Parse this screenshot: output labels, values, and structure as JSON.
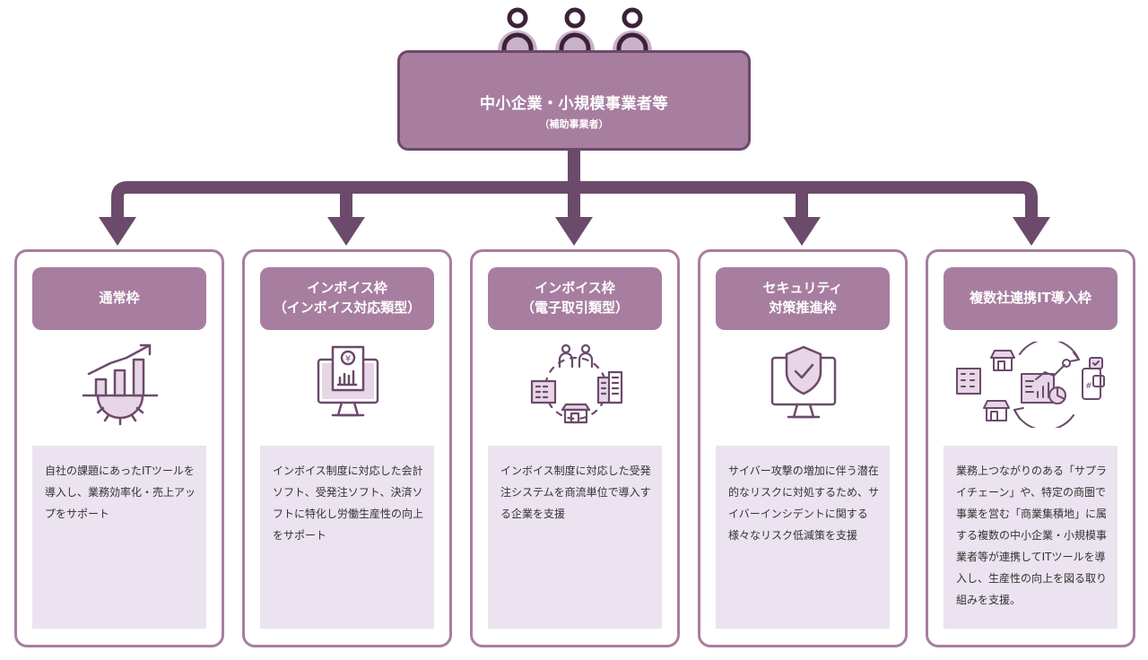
{
  "org": {
    "title": "中小企業・小規模事業者等",
    "subtitle": "（補助事業者）"
  },
  "categories": [
    {
      "title": "通常枠",
      "icon": "growth-chart-gear-icon",
      "description": "自社の課題にあったITツールを導入し、業務効率化・売上アップをサポート"
    },
    {
      "title": "インボイス枠\n（インボイス対応類型）",
      "icon": "invoice-monitor-icon",
      "description": "インボイス制度に対応した会計ソフト、受発注ソフト、決済ソフトに特化し労働生産性の向上をサポート"
    },
    {
      "title": "インボイス枠\n（電子取引類型）",
      "icon": "business-network-icon",
      "description": "インボイス制度に対応した受発注システムを商流単位で導入する企業を支援"
    },
    {
      "title": "セキュリティ\n対策推進枠",
      "icon": "security-shield-monitor-icon",
      "description": "サイバー攻撃の増加に伴う潜在的なリスクに対処するため、サイバーインシデントに関する様々なリスク低減策を支援"
    },
    {
      "title": "複数社連携IT導入枠",
      "icon": "multi-company-collaboration-icon",
      "description": "業務上つながりのある「サプライチェーン」や、特定の商圏で事業を営む「商業集積地」に属する複数の中小企業・小規模事業者等が連携してITツールを導入し、生産性の向上を図る取り組みを支援。"
    }
  ],
  "colors": {
    "dark": "#6c4a6b",
    "accent": "#a77ea0",
    "light": "#ebe3ef"
  }
}
